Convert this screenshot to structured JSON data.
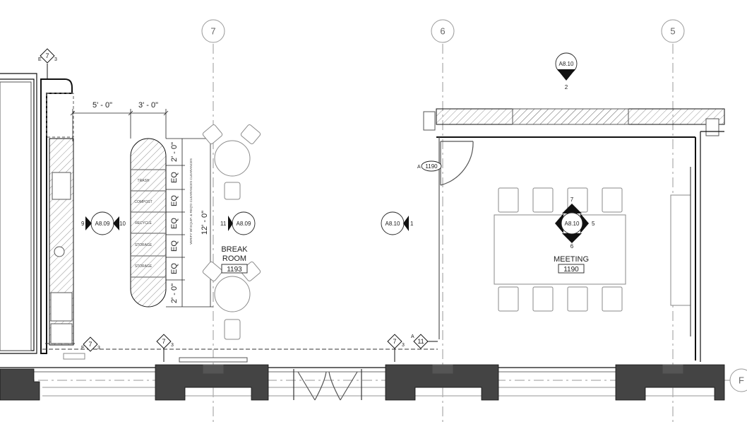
{
  "grid_lines": [
    {
      "label": "7"
    },
    {
      "label": "6"
    },
    {
      "label": "5"
    },
    {
      "label": "F"
    }
  ],
  "elevation_tags": [
    {
      "number": "7",
      "sheet": "3",
      "prefix": "E"
    },
    {
      "number": "7",
      "sheet": "3",
      "prefix": "E"
    },
    {
      "number": "7",
      "sheet": "3"
    },
    {
      "number": "7",
      "sheet": "3"
    },
    {
      "number": "11",
      "prefix": "A"
    }
  ],
  "section_markers": [
    {
      "sheet": "A8.10",
      "number": "2"
    },
    {
      "sheet": "A8.09",
      "left": "9",
      "right": "10"
    },
    {
      "sheet": "A8.09",
      "left": "11"
    },
    {
      "sheet": "A8.10",
      "right": "1"
    },
    {
      "sheet": "A8.10",
      "top": "7",
      "right": "5",
      "bottom": "6"
    }
  ],
  "door_tag": {
    "prefix": "A",
    "number": "1190"
  },
  "dimensions": {
    "horizontal": [
      "5' - 0\"",
      "3' - 0\""
    ],
    "vertical": [
      "2' - 0\"",
      "EQ",
      "EQ",
      "EQ",
      "EQ",
      "EQ",
      "2' - 0\""
    ],
    "overall": "12' - 0\"",
    "note": "VERIFY W/ EQUIP. & REQ'D CLEARANCES CLEARANCES"
  },
  "bins": [
    "TRASH",
    "COMPOST",
    "RECYCLE",
    "STORAGE",
    "STORAGE"
  ],
  "rooms": [
    {
      "name": "BREAK\nROOM",
      "name_line1": "BREAK",
      "name_line2": "ROOM",
      "number": "1193"
    },
    {
      "name": "MEETING",
      "number": "1190"
    }
  ]
}
